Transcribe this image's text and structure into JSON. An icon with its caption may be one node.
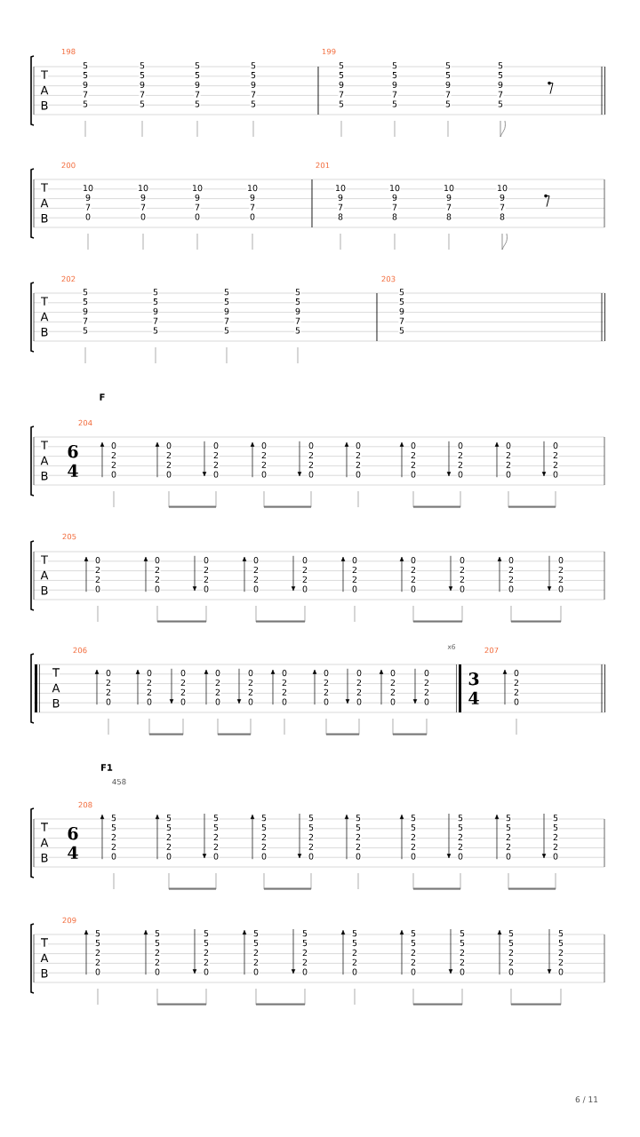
{
  "diagram": {
    "labels": [
      "198",
      "T",
      "A",
      "B",
      "5",
      "5",
      "9",
      "7",
      "5",
      "5",
      "5",
      "9",
      "7",
      "5",
      "5",
      "5",
      "9",
      "7",
      "5",
      "5",
      "5",
      "9",
      "7",
      "5",
      "199",
      "5",
      "5",
      "9",
      "7",
      "5",
      "5",
      "5",
      "9",
      "7",
      "5",
      "5",
      "5",
      "9",
      "7",
      "5",
      "5",
      "5",
      "9",
      "7",
      "5",
      "200",
      "T",
      "A",
      "B",
      "10",
      "9",
      "7",
      "0",
      "10",
      "9",
      "7",
      "0",
      "10",
      "9",
      "7",
      "0",
      "10",
      "9",
      "7",
      "0",
      "201",
      "10",
      "9",
      "7",
      "8",
      "10",
      "9",
      "7",
      "8",
      "10",
      "9",
      "7",
      "8",
      "10",
      "9",
      "7",
      "8",
      "202",
      "T",
      "A",
      "B",
      "5",
      "5",
      "9",
      "7",
      "5",
      "5",
      "5",
      "9",
      "7",
      "5",
      "5",
      "5",
      "9",
      "7",
      "5",
      "5",
      "5",
      "9",
      "7",
      "5",
      "203",
      "5",
      "5",
      "9",
      "7",
      "5",
      "F",
      "204",
      "T",
      "A",
      "B",
      "6",
      "4",
      "0",
      "2",
      "2",
      "0",
      "0",
      "2",
      "2",
      "0",
      "0",
      "2",
      "2",
      "0",
      "0",
      "2",
      "2",
      "0",
      "0",
      "2",
      "2",
      "0",
      "0",
      "2",
      "2",
      "0",
      "0",
      "2",
      "2",
      "0",
      "0",
      "2",
      "2",
      "0",
      "0",
      "2",
      "2",
      "0",
      "0",
      "2",
      "2",
      "0",
      "205",
      "T",
      "A",
      "B",
      "0",
      "2",
      "2",
      "0",
      "0",
      "2",
      "2",
      "0",
      "0",
      "2",
      "2",
      "0",
      "0",
      "2",
      "2",
      "0",
      "0",
      "2",
      "2",
      "0",
      "0",
      "2",
      "2",
      "0",
      "0",
      "2",
      "2",
      "0",
      "0",
      "2",
      "2",
      "0",
      "0",
      "2",
      "2",
      "0",
      "0",
      "2",
      "2",
      "0",
      "206",
      "T",
      "A",
      "B",
      "0",
      "2",
      "2",
      "0",
      "0",
      "2",
      "2",
      "0",
      "0",
      "2",
      "2",
      "0",
      "0",
      "2",
      "2",
      "0",
      "0",
      "2",
      "2",
      "0",
      "0",
      "2",
      "2",
      "0",
      "0",
      "2",
      "2",
      "0",
      "0",
      "2",
      "2",
      "0",
      "0",
      "2",
      "2",
      "0",
      "0",
      "2",
      "2",
      "0",
      "x6",
      "207",
      "3",
      "4",
      "0",
      "2",
      "2",
      "0",
      "F1",
      "458",
      "208",
      "T",
      "A",
      "B",
      "6",
      "4",
      "5",
      "5",
      "2",
      "2",
      "0",
      "5",
      "5",
      "2",
      "2",
      "0",
      "5",
      "5",
      "2",
      "2",
      "0",
      "5",
      "5",
      "2",
      "2",
      "0",
      "5",
      "5",
      "2",
      "2",
      "0",
      "5",
      "5",
      "2",
      "2",
      "0",
      "5",
      "5",
      "2",
      "2",
      "0",
      "5",
      "5",
      "2",
      "2",
      "0",
      "5",
      "5",
      "2",
      "2",
      "0",
      "5",
      "5",
      "2",
      "2",
      "0",
      "209",
      "T",
      "A",
      "B",
      "5",
      "5",
      "2",
      "2",
      "0",
      "5",
      "5",
      "2",
      "2",
      "0",
      "5",
      "5",
      "2",
      "2",
      "0",
      "5",
      "5",
      "2",
      "2",
      "0",
      "5",
      "5",
      "2",
      "2",
      "0",
      "5",
      "5",
      "2",
      "2",
      "0",
      "5",
      "5",
      "2",
      "2",
      "0",
      "5",
      "5",
      "2",
      "2",
      "0",
      "5",
      "5",
      "2",
      "2",
      "0",
      "5",
      "5",
      "2",
      "2",
      "0",
      "6 / 11"
    ]
  }
}
